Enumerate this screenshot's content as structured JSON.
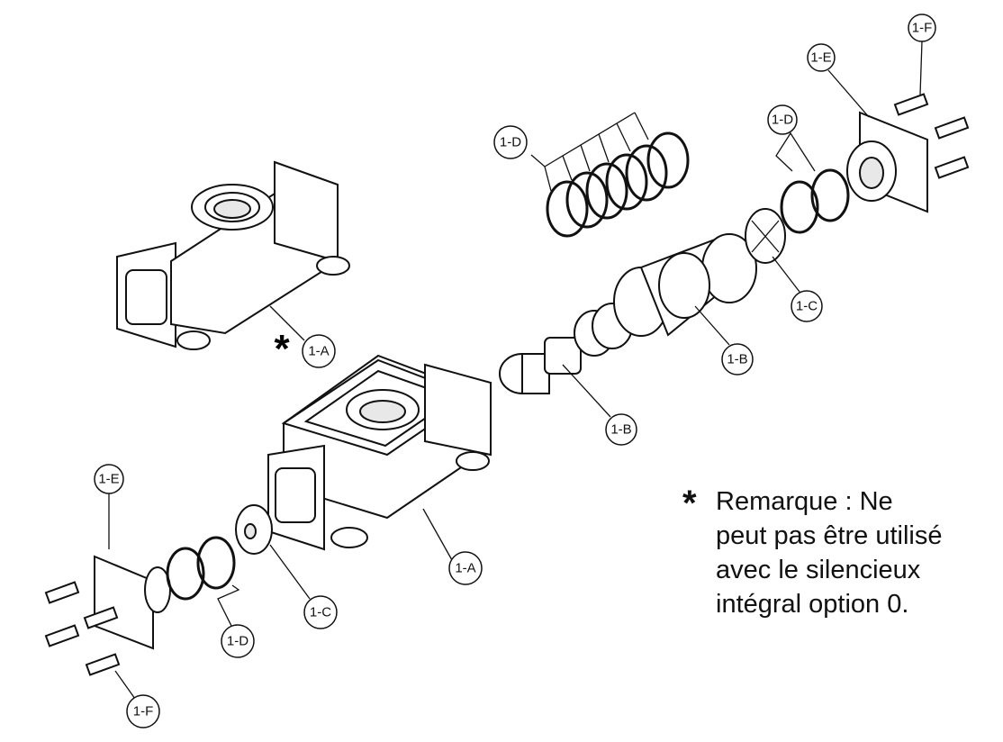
{
  "callouts": {
    "f_top": "1-F",
    "e_top": "1-E",
    "d_top_left": "1-D",
    "d_top_right": "1-D",
    "c_right": "1-C",
    "b_right": "1-B",
    "b_center": "1-B",
    "a_top": "1-A",
    "a_bottom": "1-A",
    "c_bottom": "1-C",
    "d_bottom": "1-D",
    "e_bottom": "1-E",
    "f_bottom": "1-F"
  },
  "asterisk": "*",
  "note": {
    "symbol": "*",
    "lines": [
      "Remarque : Ne",
      "peut pas être utilisé",
      "avec le silencieux",
      "intégral option 0."
    ]
  }
}
